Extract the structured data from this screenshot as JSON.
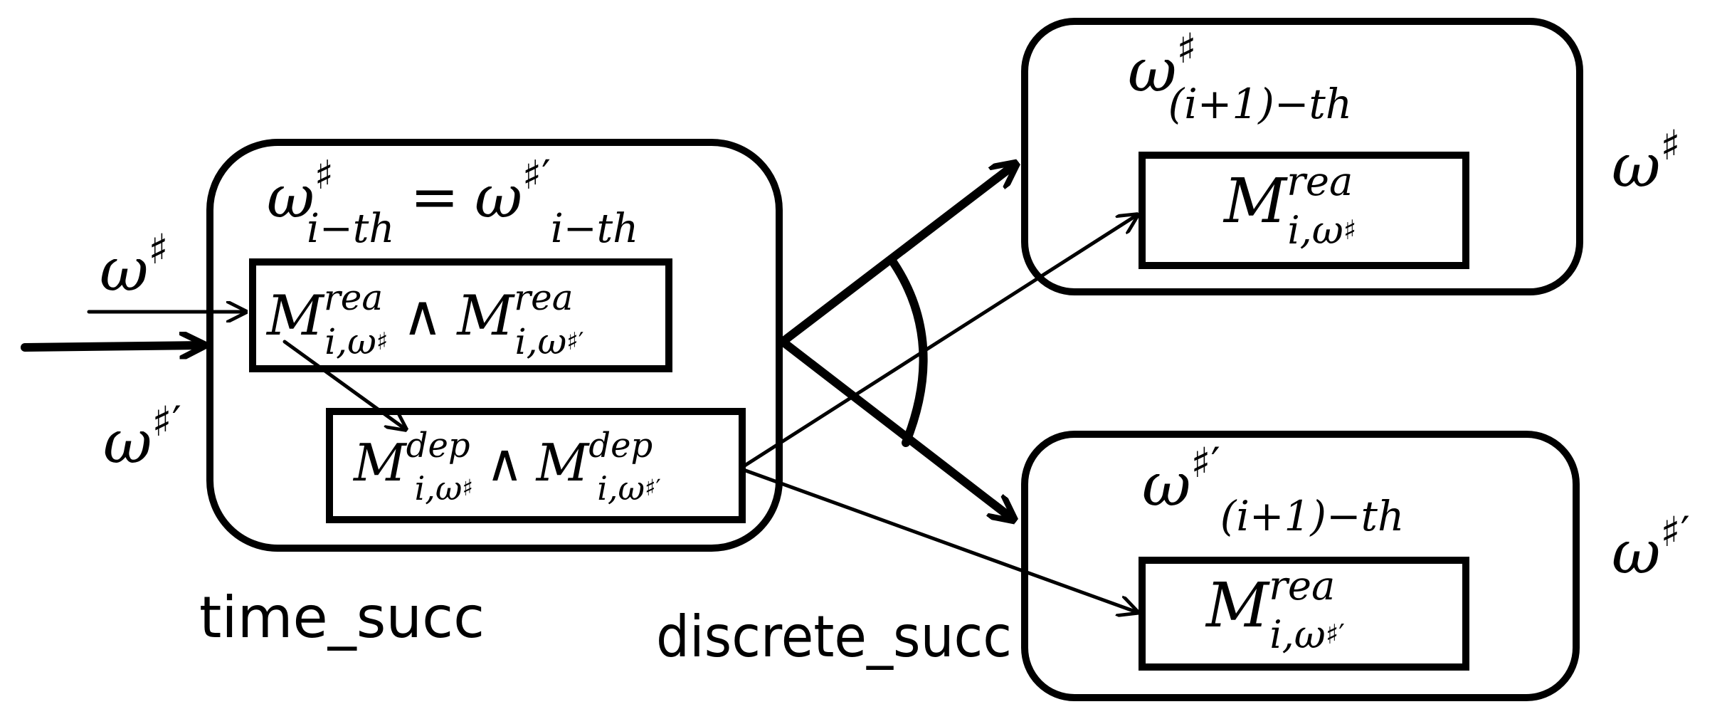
{
  "labels": {
    "sym_w": "ω",
    "sym_sharp": "♯",
    "sym_prime": "′",
    "sym_and": "∧",
    "sym_eq": "=",
    "M": "M",
    "rea": "rea",
    "dep": "dep",
    "sub_i": "i,ω",
    "sub_ith": "i−th",
    "sub_i1th": "(i+1)−th",
    "time_succ": "time_succ",
    "discrete_succ": "discrete_succ"
  }
}
